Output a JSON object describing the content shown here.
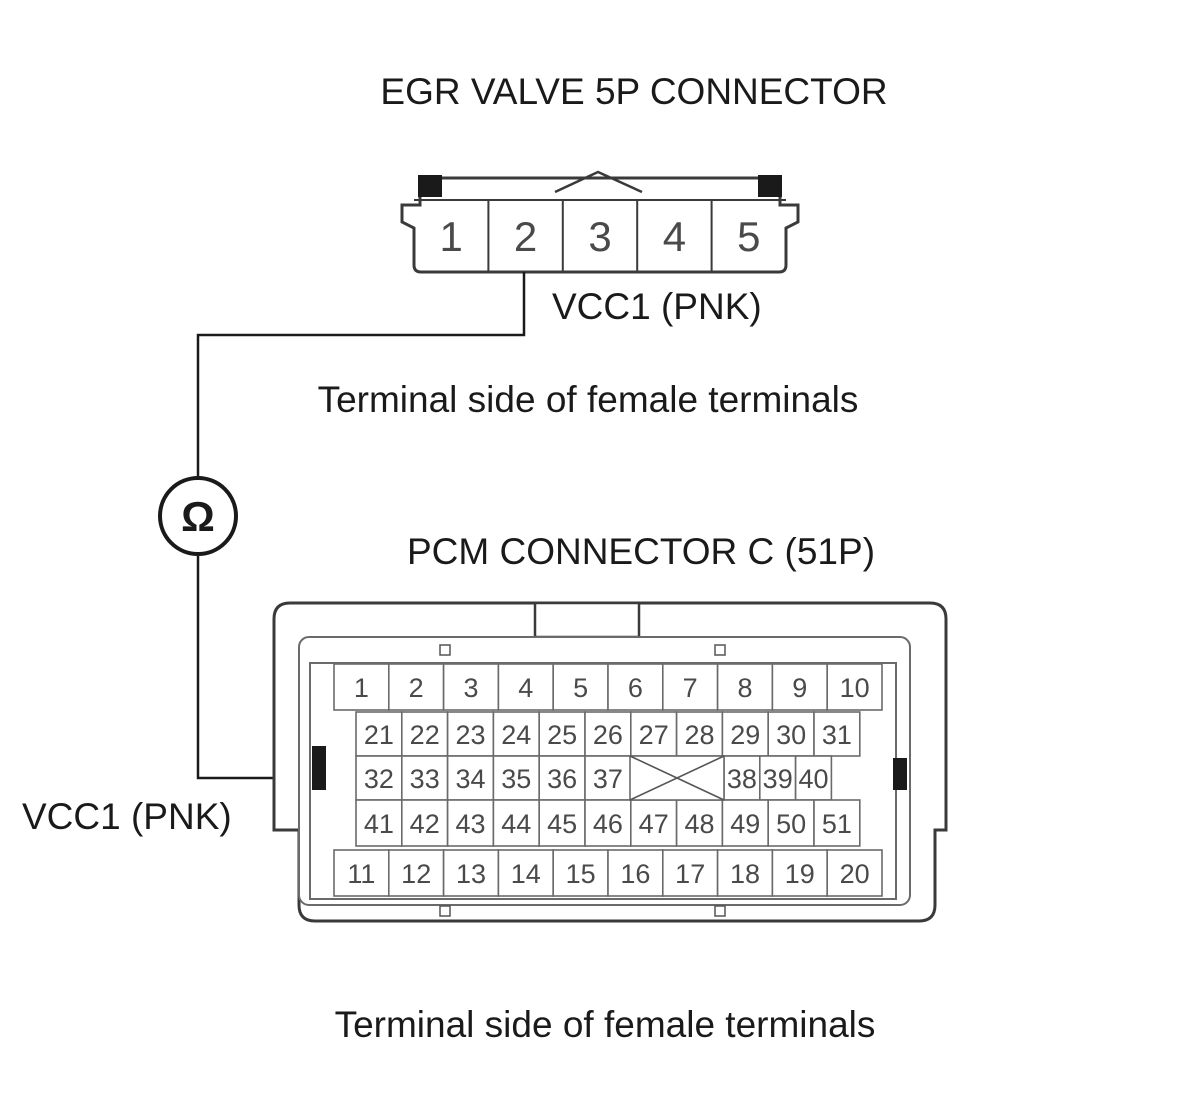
{
  "egr": {
    "title": "EGR VALVE 5P CONNECTOR",
    "pins": [
      "1",
      "2",
      "3",
      "4",
      "5"
    ],
    "wire_label": "VCC1 (PNK)",
    "side_note": "Terminal side of female terminals"
  },
  "meter": {
    "symbol": "Ω",
    "icon": "ohmmeter-icon"
  },
  "pcm": {
    "title": "PCM CONNECTOR C (51P)",
    "wire_label": "VCC1 (PNK)",
    "side_note": "Terminal side of female terminals",
    "row1": [
      "1",
      "2",
      "3",
      "4",
      "5",
      "6",
      "7",
      "8",
      "9",
      "10"
    ],
    "row2": [
      "21",
      "22",
      "23",
      "24",
      "25",
      "26",
      "27",
      "28",
      "29",
      "30",
      "31"
    ],
    "row3_left": [
      "32",
      "33",
      "34",
      "35",
      "36",
      "37"
    ],
    "row3_right": [
      "38",
      "39",
      "40"
    ],
    "row4": [
      "41",
      "42",
      "43",
      "44",
      "45",
      "46",
      "47",
      "48",
      "49",
      "50",
      "51"
    ],
    "row5": [
      "11",
      "12",
      "13",
      "14",
      "15",
      "16",
      "17",
      "18",
      "19",
      "20"
    ]
  }
}
